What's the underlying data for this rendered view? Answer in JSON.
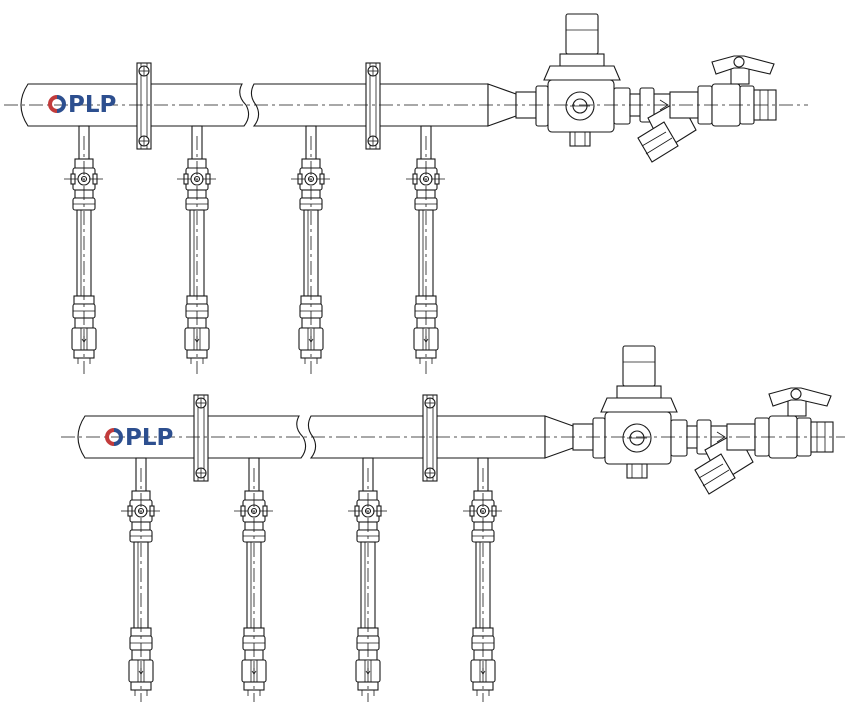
{
  "logo": {
    "text": "PLP",
    "text_color": "#2d4f8f",
    "mark_colors": [
      "#c23b3b",
      "#2d4f8f"
    ]
  },
  "assemblies": [
    {
      "name": "manifold-top",
      "outlets": 4,
      "clamps": 2
    },
    {
      "name": "manifold-bottom",
      "outlets": 4,
      "clamps": 2
    }
  ],
  "colors": {
    "line": "#1a1a1a",
    "background": "#ffffff"
  }
}
